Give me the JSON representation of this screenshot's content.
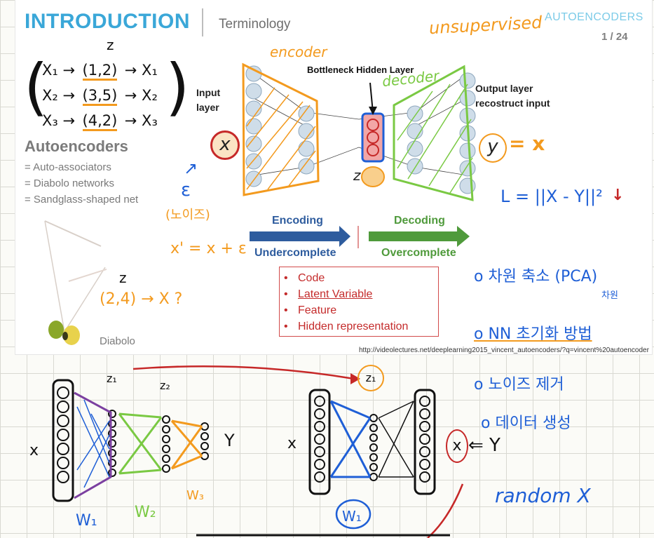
{
  "slide": {
    "title": "INTRODUCTION",
    "subtitle": "Terminology",
    "brand": "AUTOENCODERS",
    "page": "1 / 24",
    "heading": "Autoencoders",
    "aliases": [
      "= Auto-associators",
      "= Diabolo networks",
      "= Sandglass-shaped net"
    ],
    "diabolo_caption": "Diabolo",
    "input_layer": [
      "Input",
      "layer"
    ],
    "bottleneck_label": "Bottleneck Hidden Layer",
    "output_layer": [
      "Output layer",
      "recostruct input"
    ],
    "encoding": "Encoding",
    "decoding": "Decoding",
    "undercomplete": "Undercomplete",
    "overcomplete": "Overcomplete",
    "code_items": [
      "Code",
      "Latent Variable",
      "Feature",
      "Hidden representation"
    ],
    "url": "http://videolectures.net/deeplearning2015_vincent_autoencoders/?q=vincent%20autoencoder"
  },
  "annotations": {
    "unsupervised": "unsupervised",
    "encoder": "encoder",
    "decoder": "decoder",
    "x": "x",
    "y": "y",
    "z": "z",
    "eq_y_x": "= x",
    "loss": "L = ||X - Y||²",
    "epsilon": "ε",
    "noise_ko": "(노이즈)",
    "xprime": "x' = x + ε",
    "mapping_z": "z",
    "mapping": [
      {
        "left": "X₁ →",
        "code": "(1,2)",
        "right": "→ X₁"
      },
      {
        "left": "X₂ →",
        "code": "(3,5)",
        "right": "→ X₂"
      },
      {
        "left": "X₃ →",
        "code": "(4,2)",
        "right": "→ X₃"
      }
    ],
    "sample_z": "z",
    "sample": "(2,4) → X ?",
    "uses": [
      "o 차원 축소 (PCA)",
      "차원",
      "o NN 초기화 방법",
      "o 노이즈 제거",
      "o 데이터 생성"
    ],
    "bottom_left": {
      "z1": "z₁",
      "z2": "z₂",
      "x": "x",
      "y": "Y",
      "w1": "W₁",
      "w2": "W₂",
      "w3": "W₃"
    },
    "bottom_right": {
      "z1": "z₁",
      "x": "x",
      "x_circled": "x",
      "arrow_y": "⇐ Y",
      "w1": "W₁",
      "random": "random X"
    }
  },
  "colors": {
    "title": "#3aa7d8",
    "orange": "#f39a1e",
    "green": "#7ac943",
    "blue": "#1f5fd6",
    "red": "#c62828",
    "purple": "#7b3fa0",
    "dark_blue": "#2e5c9e",
    "dark_green": "#4f9a3b"
  }
}
